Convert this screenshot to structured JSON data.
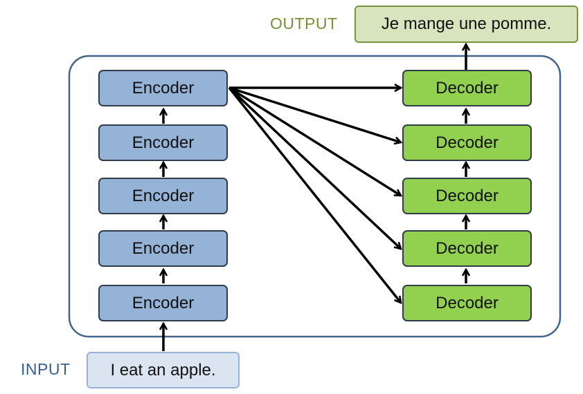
{
  "diagram": {
    "input": {
      "label": "INPUT",
      "text": "I eat an apple."
    },
    "output": {
      "label": "OUTPUT",
      "text": "Je mange une pomme."
    },
    "encoders": [
      {
        "label": "Encoder"
      },
      {
        "label": "Encoder"
      },
      {
        "label": "Encoder"
      },
      {
        "label": "Encoder"
      },
      {
        "label": "Encoder"
      }
    ],
    "decoders": [
      {
        "label": "Decoder"
      },
      {
        "label": "Decoder"
      },
      {
        "label": "Decoder"
      },
      {
        "label": "Decoder"
      },
      {
        "label": "Decoder"
      }
    ],
    "colors": {
      "encoder_fill": "#95b3d7",
      "decoder_fill": "#92d050",
      "input_fill": "#dbe5f1",
      "output_fill": "#d7e4bd",
      "input_label": "#376092",
      "output_label": "#76923c",
      "container_border": "#41648a",
      "arrow": "#000000"
    }
  }
}
